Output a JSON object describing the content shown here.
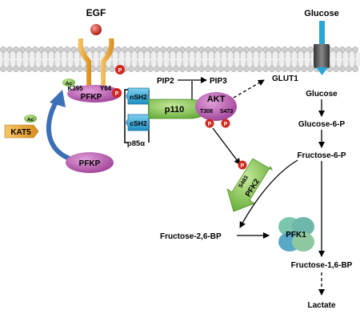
{
  "labels": {
    "egf": "EGF",
    "glucose_top": "Glucose",
    "ac_small": "Ac",
    "k395": "K395",
    "y64": "Y64",
    "pfkp_membrane": "PFKP",
    "pfkp_cyto": "PFKP",
    "p": "P",
    "nsh2": "nSH2",
    "csh2": "cSH2",
    "p85a": "p85α",
    "p110": "p110",
    "pip2": "PIP2",
    "pip3": "PIP3",
    "akt": "AKT",
    "t308": "T308",
    "s473": "S473",
    "glut1": "GLUT1",
    "kat5": "KAT5",
    "s483": "S483",
    "pfk2": "PFK2",
    "glucose_in": "Glucose",
    "glucose6p": "Glucose-6-P",
    "fructose6p": "Fructose-6-P",
    "fructose26bp": "Fructose-2,6-BP",
    "pfk1": "PFK1",
    "fructose16bp": "Fructose-1,6-BP",
    "lactate": "Lactate"
  },
  "colors": {
    "membrane": "#c8c8c8",
    "egf": "#d0281e",
    "receptor_orange": "#e8a33a",
    "pfkp": "#b04aa8",
    "ac": "#8cc63f",
    "sh2": "#2aa6d6",
    "p110": "#7cc242",
    "akt": "#b04aa8",
    "phospho": "#d0281e",
    "kat5": "#f2b632",
    "pfk2": "#6cbf6c",
    "glut1": "#555555",
    "glucose_arrow": "#2aa6d6",
    "curve_arrow": "#3b6fb6"
  }
}
